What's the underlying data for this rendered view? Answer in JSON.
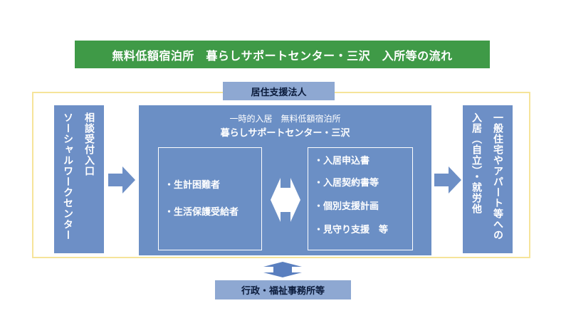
{
  "title": "無料低額宿泊所　暮らしサポートセンター・三沢　入所等の流れ",
  "corporation": "居住支援法人",
  "left_box": {
    "col1": "相談受付入口",
    "col2": "ソーシャルワークセンター"
  },
  "center": {
    "subtitle": "一時的入居　無料低額宿泊所",
    "name": "暮らしサポートセンター・三沢",
    "targets": [
      "・生計困難者",
      "・生活保護受給者"
    ],
    "procedures": [
      "・入居申込書",
      "・入居契約書等",
      "・個別支援計画",
      "・見守り支援　等"
    ]
  },
  "right_box": {
    "col1": "一般住宅やアパート等への",
    "col2": "入居（自立）・就労他"
  },
  "bottom": "行政・福祉事務所等",
  "colors": {
    "title_bg": "#3f9a47",
    "box_blue": "#6b8fc5",
    "label_blue": "#8ea8d2",
    "frame_yellow": "#f6e49a"
  }
}
